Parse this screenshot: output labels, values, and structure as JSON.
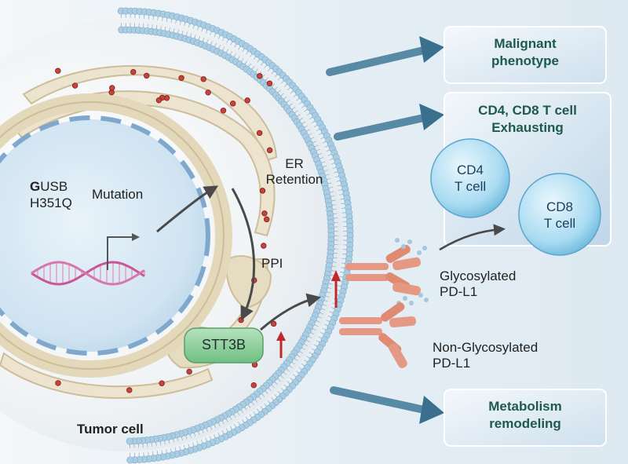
{
  "boxes": {
    "malignant": [
      "Malignant",
      "phenotype"
    ],
    "exhausting": [
      "CD4, CD8 T cell",
      "Exhausting"
    ],
    "metabolism": [
      "Metabolism",
      "remodeling"
    ]
  },
  "cells": {
    "cd4": [
      "CD4",
      "T cell"
    ],
    "cd8": [
      "CD8",
      "T cell"
    ]
  },
  "labels": {
    "gene_first_letter": "G",
    "gene_rest": "USB",
    "gene_variant": "H351Q",
    "mutation": "Mutation",
    "er_retention": [
      "ER",
      "Retention"
    ],
    "ppi": "PPI",
    "stt3b": "STT3B",
    "glycosylated": [
      "Glycosylated",
      "PD-L1"
    ],
    "non_glycosylated": [
      "Non-Glycosylated",
      "PD-L1"
    ],
    "tumor_cell": "Tumor cell"
  },
  "colors": {
    "box_fill": "#dce9f3",
    "box_text": "#1e5a4c",
    "arrow_blue": "#3f7797",
    "membrane_bead": "#a9cde3",
    "er_fill": "#e9e1cc",
    "er_stroke": "#cdbd98",
    "nucleus": "#bcd8ec",
    "ribosome": "#c8433b",
    "stt3b": "#8fcf9b",
    "pdl1": "#e09a86",
    "up_arrow": "#c0282c",
    "t_cell": "#8fcbe7"
  }
}
